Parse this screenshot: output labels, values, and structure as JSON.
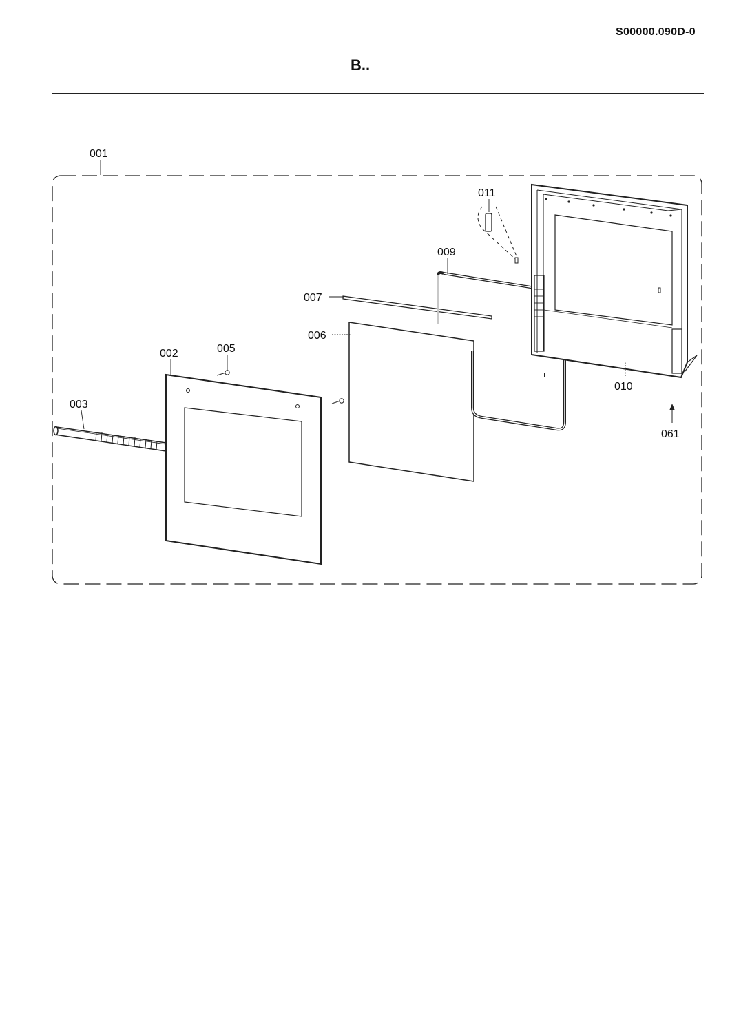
{
  "document": {
    "code": "S00000.090D-0",
    "title": "B.."
  },
  "parts": {
    "p001": "001",
    "p002": "002",
    "p003": "003",
    "p005": "005",
    "p006": "006",
    "p007": "007",
    "p009": "009",
    "p010": "010",
    "p011": "011",
    "p061": "061"
  }
}
